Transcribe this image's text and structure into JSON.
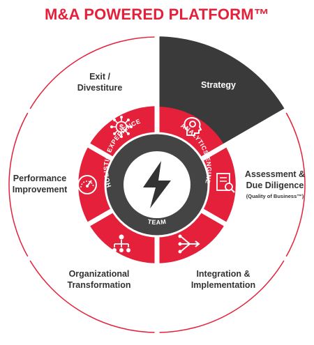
{
  "title": "M&A POWERED PLATFORM™",
  "segments": [
    {
      "label_lines": [
        "Strategy"
      ],
      "icon": "head-gears-icon",
      "highlighted": true
    },
    {
      "label_lines": [
        "Assessment &",
        "Due Diligence"
      ],
      "sub": "(Quality of Business™)",
      "icon": "document-magnifier-icon"
    },
    {
      "label_lines": [
        "Integration &",
        "Implementation"
      ],
      "icon": "merge-arrows-icon"
    },
    {
      "label_lines": [
        "Organizational",
        "Transformation"
      ],
      "icon": "org-chart-icon"
    },
    {
      "label_lines": [
        "Performance",
        "Improvement"
      ],
      "icon": "speedometer-icon"
    },
    {
      "label_lines": [
        "Exit /",
        "Divestiture"
      ],
      "icon": "dollar-network-icon"
    }
  ],
  "core": {
    "arcs": [
      "HOLISTIC EXPERIENCE",
      "ANALYTICS ENGINE",
      "TEAM"
    ],
    "icon": "lightning-bolt-icon"
  },
  "colors": {
    "brand_red": "#e5203a",
    "dark_gray": "#3a3a3a",
    "outline": "#e5203a",
    "ring": "#444444"
  }
}
